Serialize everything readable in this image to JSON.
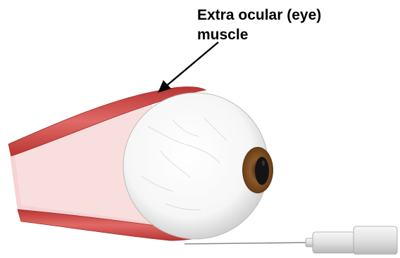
{
  "annotation": {
    "line1": "Extra ocular (eye)",
    "line2": "muscle"
  },
  "colors": {
    "muscle_outer": "#c9413f",
    "muscle_fill": "#f5cccc",
    "muscle_inner": "#f9dede",
    "eyeball": "#ffffff",
    "iris": "#7a4a20",
    "pupil": "#1a1a1a",
    "syringe_barrel": "#e8e8e8",
    "needle": "#888888",
    "arrow": "#000000"
  },
  "icons": {
    "muscle": "extraocular-muscle-illustration",
    "eye": "eyeball-illustration",
    "syringe": "syringe-illustration"
  }
}
